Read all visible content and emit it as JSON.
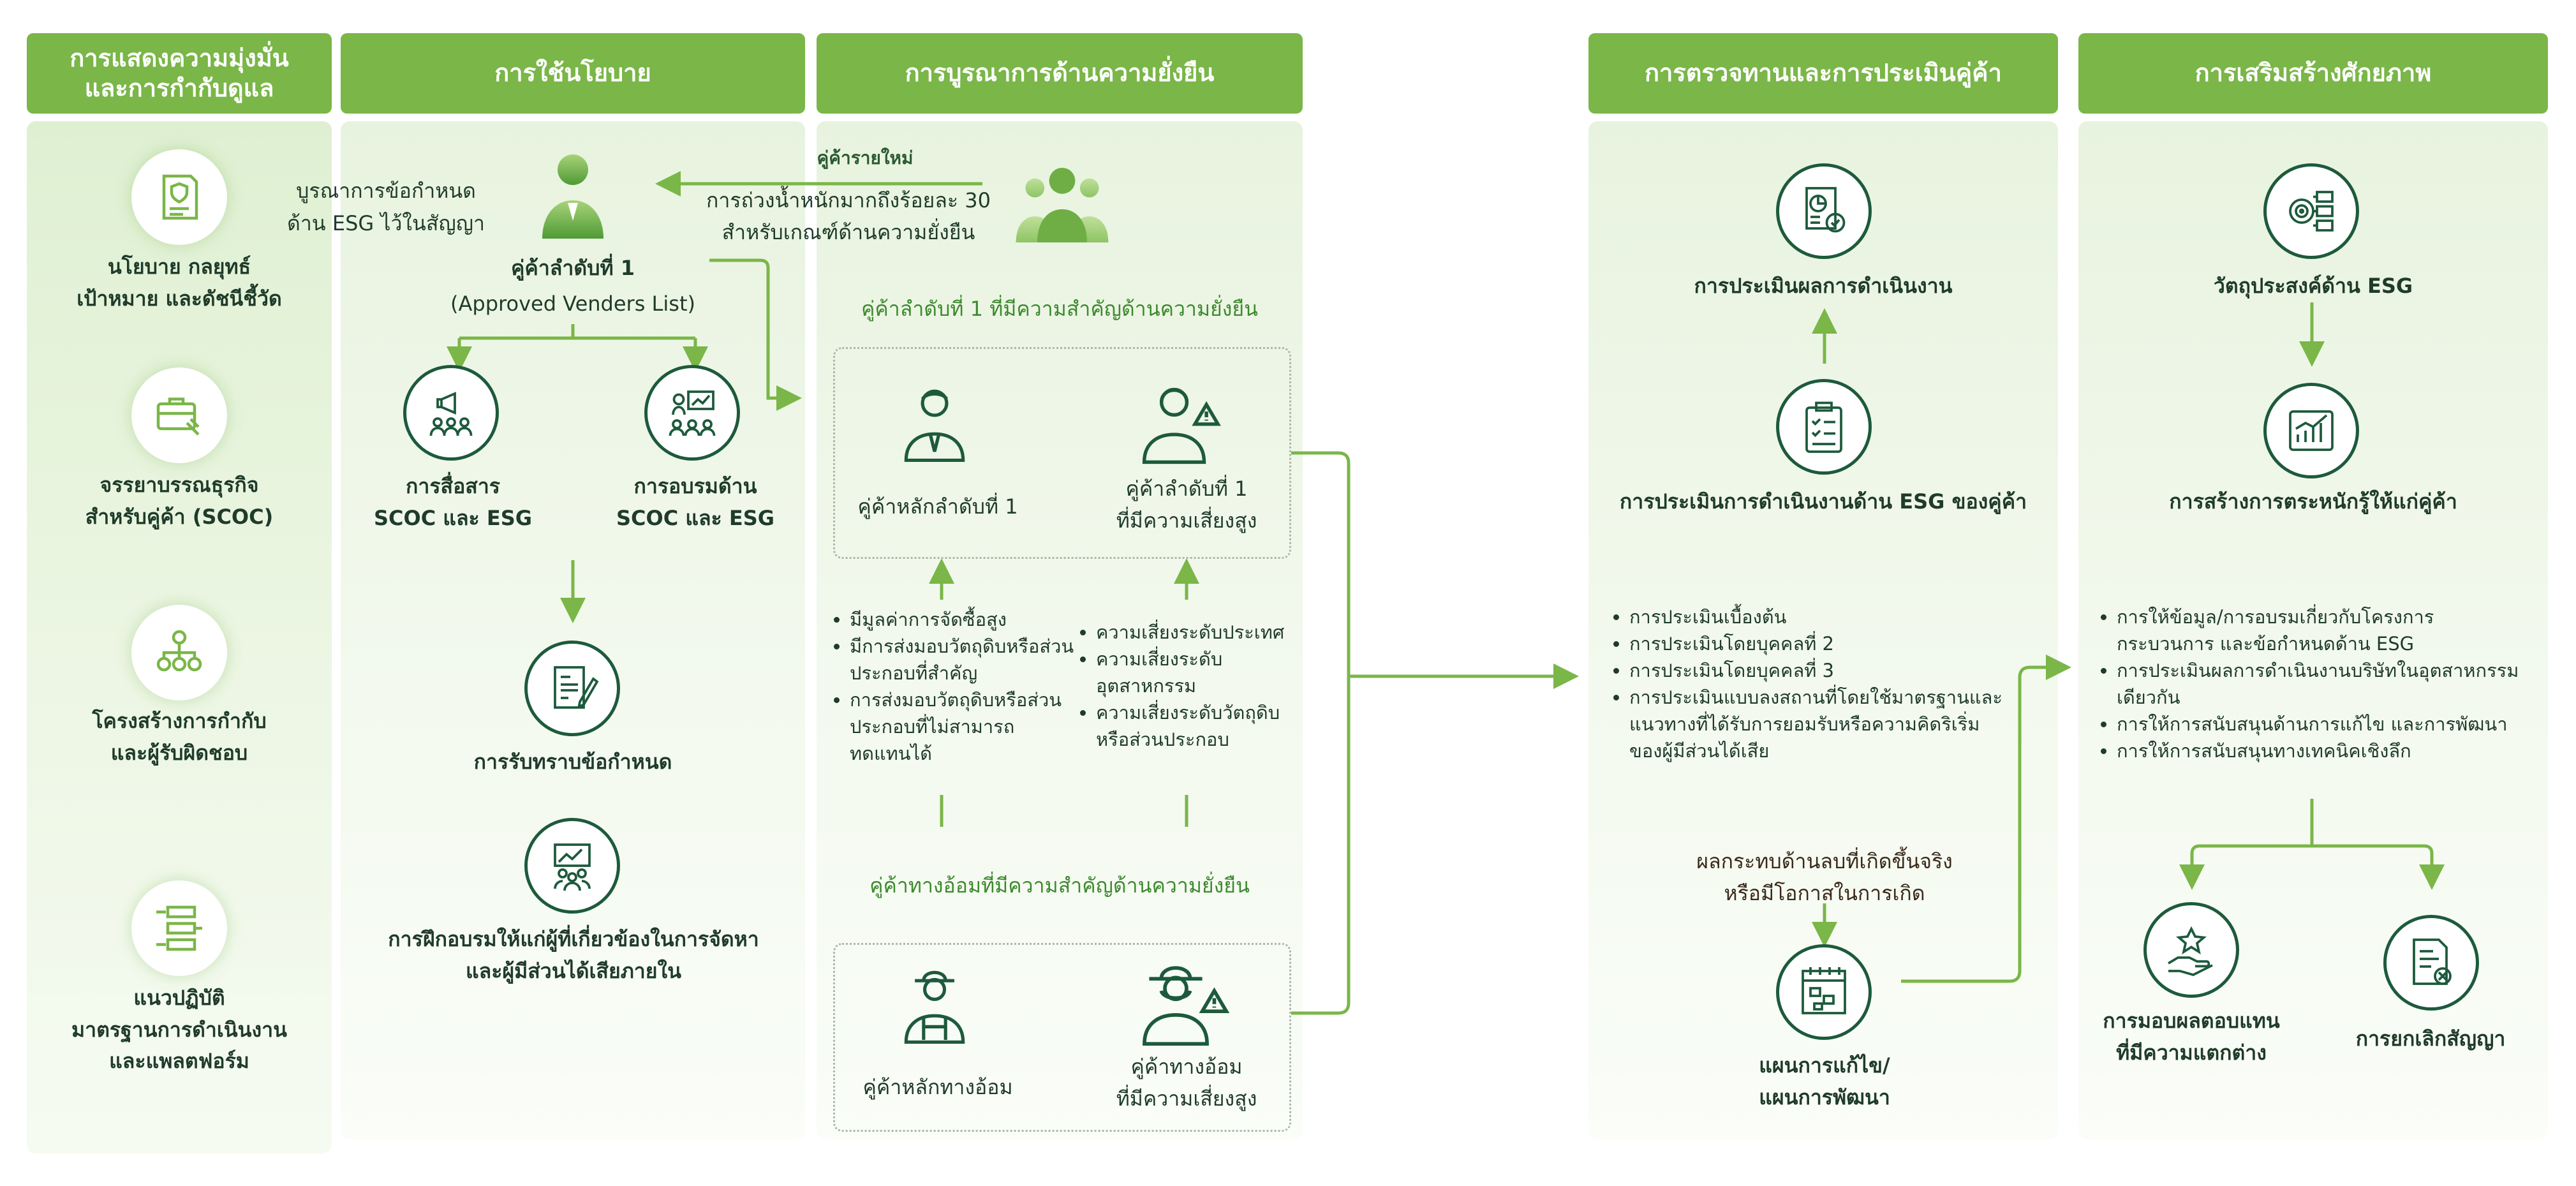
{
  "headers": {
    "h1": [
      "การแสดงความมุ่งมั่น",
      "และการกำกับดูแล"
    ],
    "h2": "การใช้นโยบาย",
    "h3": "การบูรณาการด้านความยั่งยืน",
    "h4": "การตรวจทานและการประเมินคู่ค้า",
    "h5": "การเสริมสร้างศักยภาพ"
  },
  "col1": {
    "item1": [
      "นโยบาย กลยุทธ์",
      "เป้าหมาย และดัชนีชี้วัด"
    ],
    "item2": [
      "จรรยาบรรณธุรกิจ",
      "สำหรับคู่ค้า (SCOC)"
    ],
    "item3": [
      "โครงสร้างการกำกับ",
      "และผู้รับผิดชอบ"
    ],
    "item4": [
      "แนวปฏิบัติ",
      "มาตรฐานการดำเนินงาน",
      "และแพลตฟอร์ม"
    ]
  },
  "col2": {
    "contract_note": [
      "บูรณาการข้อกำหนด",
      "ด้าน ESG ไว้ในสัญญา"
    ],
    "tier1_title": "คู่ค้าลำดับที่ 1",
    "tier1_sub": "(Approved Venders List)",
    "comm": [
      "การสื่อสาร",
      "SCOC และ ESG"
    ],
    "training": [
      "การอบรมด้าน",
      "SCOC และ ESG"
    ],
    "ack": "การรับทราบข้อกำหนด",
    "stake_training": [
      "การฝึกอบรมให้แก่ผู้ที่เกี่ยวข้องในการจัดหา",
      "และผู้มีส่วนได้เสียภายใน"
    ]
  },
  "col3": {
    "new_supplier": "คู่ค้ารายใหม่",
    "weight_note": [
      "การถ่วงน้ำหนักมากถึงร้อยละ 30",
      "สำหรับเกณฑ์ด้านความยั่งยืน"
    ],
    "tier1_critical": "คู่ค้าลำดับที่ 1 ที่มีความสำคัญด้านความยั่งยืน",
    "key_tier1": "คู่ค้าหลักลำดับที่ 1",
    "risk_tier1": [
      "คู่ค้าลำดับที่ 1",
      "ที่มีความเสี่ยงสูง"
    ],
    "bullets_left": [
      "มีมูลค่าการจัดซื้อสูง",
      "มีการส่งมอบวัตถุดิบหรือส่วนประกอบที่สำคัญ",
      "การส่งมอบวัตถุดิบหรือส่วนประกอบที่ไม่สามารถทดแทนได้"
    ],
    "bullets_right": [
      "ความเสี่ยงระดับประเทศ",
      "ความเสี่ยงระดับอุตสาหกรรม",
      "ความเสี่ยงระดับวัตถุดิบหรือส่วนประกอบ"
    ],
    "ntier_critical": "คู่ค้าทางอ้อมที่มีความสำคัญด้านความยั่งยืน",
    "key_ntier": "คู่ค้าหลักทางอ้อม",
    "risk_ntier": [
      "คู่ค้าทางอ้อม",
      "ที่มีความเสี่ยงสูง"
    ]
  },
  "col4": {
    "performance_eval": "การประเมินผลการดำเนินงาน",
    "esg_eval": "การประเมินการดำเนินงานด้าน ESG ของคู่ค้า",
    "bullets": [
      "การประเมินเบื้องต้น",
      "การประเมินโดยบุคคลที่ 2",
      "การประเมินโดยบุคคลที่ 3",
      "การประเมินแบบลงสถานที่โดยใช้มาตรฐานและแนวทางที่ได้รับการยอมรับหรือความคิดริเริ่มของผู้มีส่วนได้เสีย"
    ],
    "impact": [
      "ผลกระทบด้านลบที่เกิดขึ้นจริง",
      "หรือมีโอกาสในการเกิด"
    ],
    "plan": [
      "แผนการแก้ไข/",
      "แผนการพัฒนา"
    ]
  },
  "col5": {
    "esg_objective": "วัตถุประสงค์ด้าน ESG",
    "awareness": "การสร้างการตระหนักรู้ให้แก่คู่ค้า",
    "bullets": [
      "การให้ข้อมูล/การอบรมเกี่ยวกับโครงการ กระบวนการ และข้อกำหนดด้าน ESG",
      "การประเมินผลการดำเนินงานบริษัทในอุตสาหกรรมเดียวกัน",
      "การให้การสนับสนุนด้านการแก้ไข และการพัฒนา",
      "การให้การสนับสนุนทางเทคนิคเชิงลึก"
    ],
    "reward": [
      "การมอบผลตอบแทน",
      "ที่มีความแตกต่าง"
    ],
    "terminate": "การยกเลิกสัญญา"
  },
  "colors": {
    "header": "#7ab648",
    "arrow": "#7ab648",
    "icon_stroke": "#1d5a3c",
    "accent_text": "#3c8a2e"
  }
}
